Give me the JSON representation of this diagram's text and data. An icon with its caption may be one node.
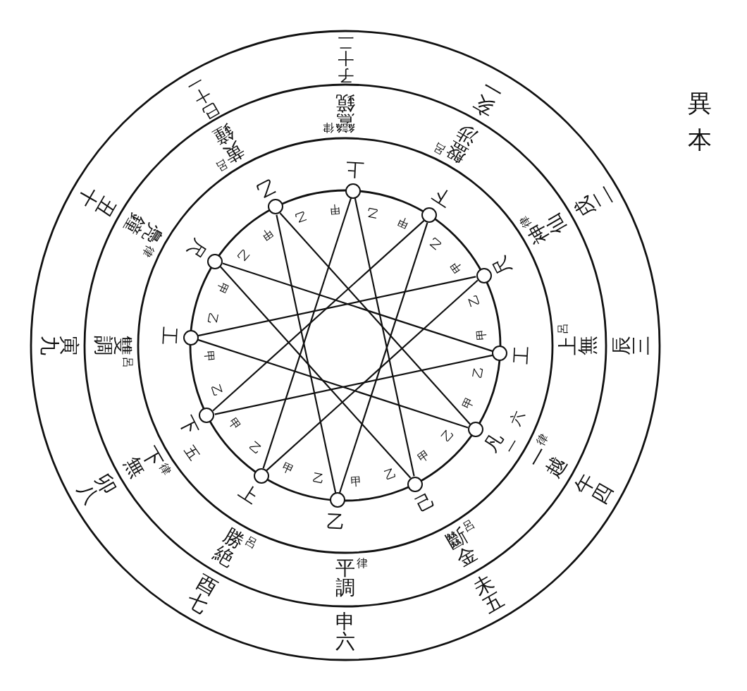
{
  "diagram": {
    "title": "異本",
    "nodes": [
      {
        "text": [],
        "shape": "circle",
        "beside": [
          "上",
          "甲",
          "乙"
        ]
      },
      {
        "text": [],
        "shape": "circle",
        "beside": [
          "下",
          "甲",
          "乙"
        ]
      },
      {
        "text": [],
        "shape": "circle",
        "beside": [
          "尺",
          "甲",
          "乙"
        ]
      },
      {
        "text": [],
        "shape": "circle",
        "beside": [
          "工",
          "甲",
          "乙"
        ]
      },
      {
        "text": [],
        "shape": "circle",
        "beside": [
          "凡",
          "甲",
          "乙"
        ]
      },
      {
        "text": [],
        "shape": "circle",
        "beside": [
          "己",
          "甲",
          "乙"
        ]
      },
      {
        "text": [],
        "shape": "circle",
        "beside": [
          "乙",
          "甲",
          "乙"
        ]
      },
      {
        "text": [],
        "shape": "circle",
        "beside": [
          "上",
          "甲",
          "乙"
        ]
      },
      {
        "text": [],
        "shape": "circle",
        "beside": [
          "下",
          "甲",
          "乙"
        ]
      },
      {
        "text": [],
        "shape": "circle",
        "beside": [
          "工",
          "甲",
          "乙"
        ]
      },
      {
        "text": [],
        "shape": "circle",
        "beside": [
          "尺",
          "甲",
          "乙"
        ]
      },
      {
        "text": [],
        "shape": "circle",
        "beside": [
          "乙",
          "甲",
          "乙"
        ]
      }
    ],
    "edges": [
      {
        "from": 0,
        "to": 5,
        "arrow": "none"
      },
      {
        "from": 1,
        "to": 6,
        "arrow": "none"
      },
      {
        "from": 2,
        "to": 7,
        "arrow": "none"
      },
      {
        "from": 3,
        "to": 8,
        "arrow": "none"
      },
      {
        "from": 4,
        "to": 9,
        "arrow": "none"
      },
      {
        "from": 5,
        "to": 10,
        "arrow": "none"
      },
      {
        "from": 6,
        "to": 11,
        "arrow": "none"
      },
      {
        "from": 7,
        "to": 0,
        "arrow": "none"
      },
      {
        "from": 8,
        "to": 1,
        "arrow": "none"
      },
      {
        "from": 9,
        "to": 2,
        "arrow": "none"
      },
      {
        "from": 10,
        "to": 3,
        "arrow": "none"
      },
      {
        "from": 11,
        "to": 4,
        "arrow": "none"
      }
    ],
    "labels": [
      "鸞鏡",
      "律",
      "盤涉",
      "呂",
      "神仙",
      "律",
      "上無",
      "呂",
      "一越",
      "律",
      "斷金",
      "呂",
      "平調",
      "律",
      "勝絶",
      "呂",
      "下無",
      "律",
      "雙調",
      "呂",
      "鳧鐘",
      "律",
      "黄鐘",
      "呂",
      "子十二",
      "亥一",
      "戌二",
      "辰三",
      "午四",
      "未五",
      "申六",
      "酉七",
      "卯八",
      "寅九",
      "丑十",
      "巳十一",
      "五",
      "六",
      "一"
    ]
  }
}
